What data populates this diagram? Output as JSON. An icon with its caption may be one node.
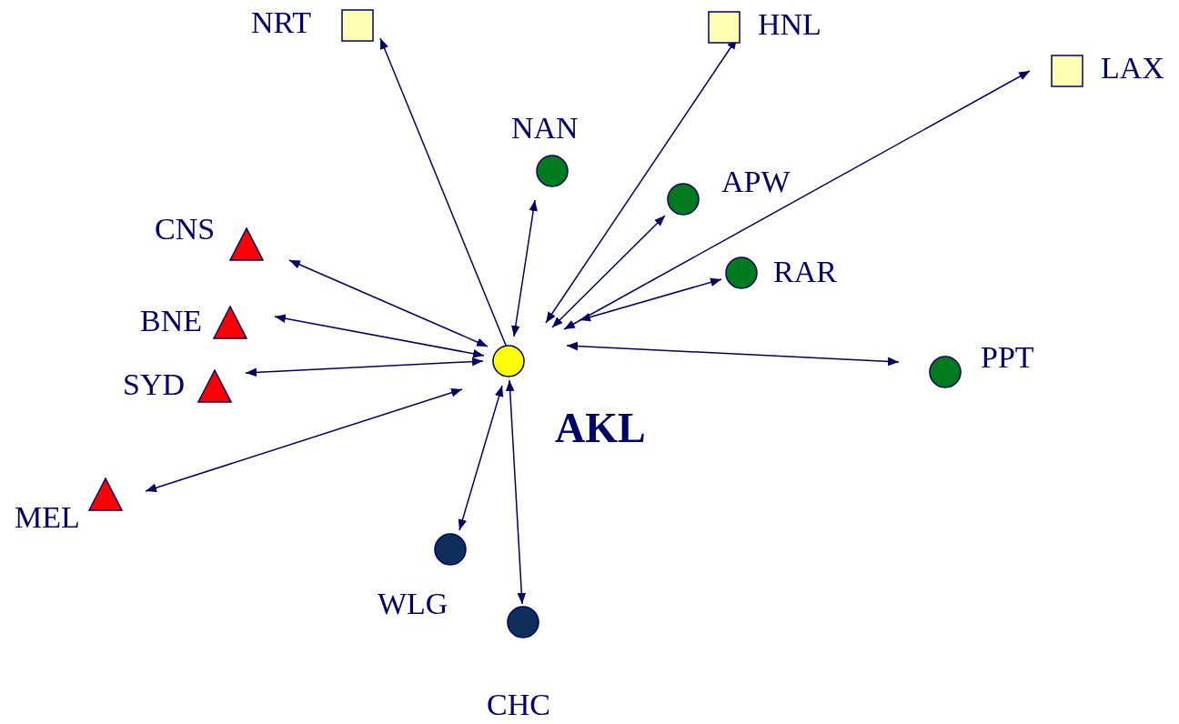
{
  "diagram": {
    "nodes": [
      {
        "text": [
          "NRT"
        ]
      },
      {
        "text": [
          "HNL"
        ]
      },
      {
        "text": [
          "LAX"
        ]
      },
      {
        "text": [
          "NAN"
        ]
      },
      {
        "text": [
          "APW"
        ]
      },
      {
        "text": [
          "CNS"
        ]
      },
      {
        "text": [
          "RAR"
        ]
      },
      {
        "text": [
          "BNE"
        ]
      },
      {
        "text": [
          "PPT"
        ]
      },
      {
        "text": [
          "SYD"
        ]
      },
      {
        "text": [
          "AKL"
        ]
      },
      {
        "text": [
          "MEL"
        ]
      },
      {
        "text": [
          "WLG"
        ]
      },
      {
        "text": [
          "CHC"
        ]
      }
    ],
    "edges": [
      {
        "from": 10,
        "to": 0,
        "arrow": "to"
      },
      {
        "from": 10,
        "to": 1,
        "arrow": "both"
      },
      {
        "from": 10,
        "to": 2,
        "arrow": "both"
      },
      {
        "from": 10,
        "to": 3,
        "arrow": "both"
      },
      {
        "from": 10,
        "to": 4,
        "arrow": "both"
      },
      {
        "from": 10,
        "to": 6,
        "arrow": "both"
      },
      {
        "from": 10,
        "to": 8,
        "arrow": "both"
      },
      {
        "from": 10,
        "to": 5,
        "arrow": "both"
      },
      {
        "from": 10,
        "to": 7,
        "arrow": "both"
      },
      {
        "from": 10,
        "to": 9,
        "arrow": "both"
      },
      {
        "from": 10,
        "to": 11,
        "arrow": "both"
      },
      {
        "from": 10,
        "to": 12,
        "arrow": "both"
      },
      {
        "from": 10,
        "to": 13,
        "arrow": "both"
      }
    ]
  }
}
